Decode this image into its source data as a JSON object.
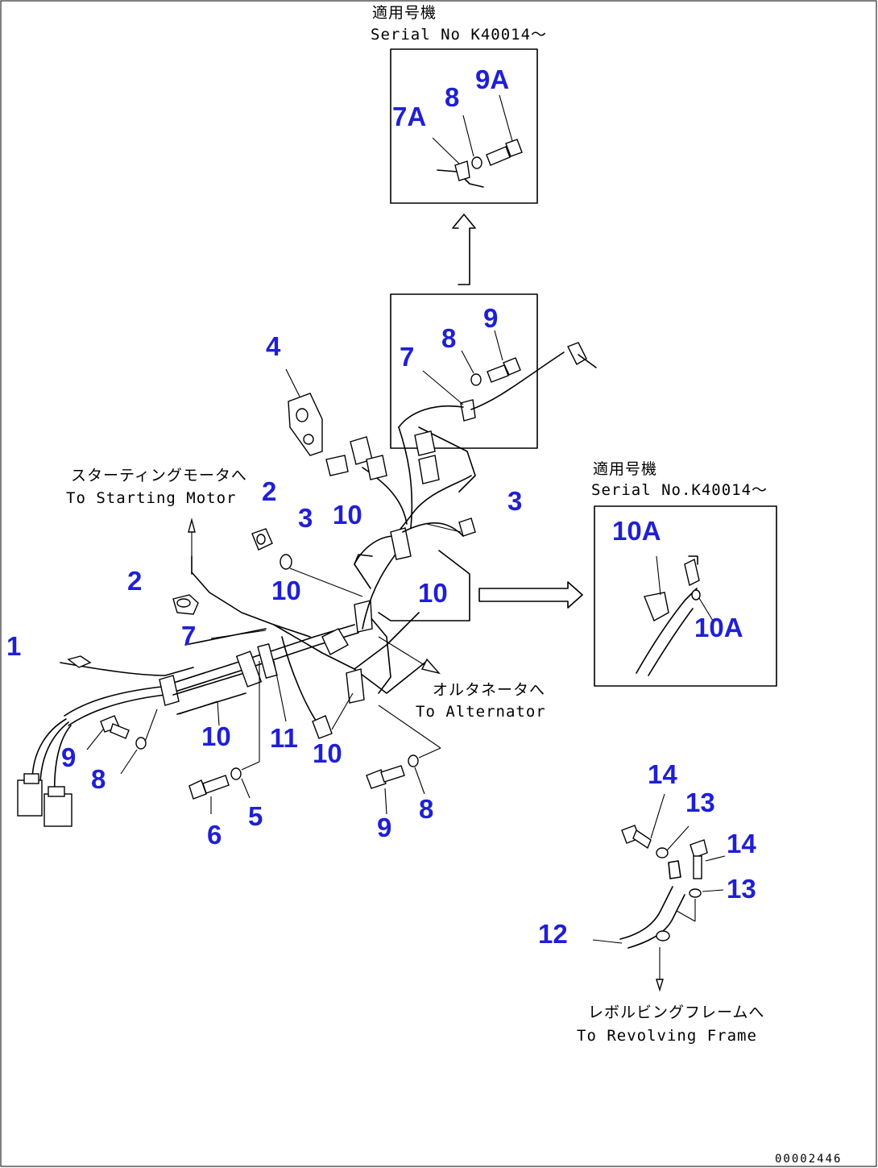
{
  "notes": {
    "top_jp": "適用号機",
    "top_en": "Serial No K40014～",
    "right_jp": "適用号機",
    "right_en": "Serial No.K40014～",
    "starting_jp": "スターティングモータへ",
    "starting_en": "To Starting Motor",
    "alternator_jp": "オルタネータへ",
    "alternator_en": "To Alternator",
    "frame_jp": "レボルビングフレームへ",
    "frame_en": "To Revolving Frame"
  },
  "callouts": {
    "c1": "1",
    "c2a": "2",
    "c2b": "2",
    "c3a": "3",
    "c3b": "3",
    "c4": "4",
    "c5": "5",
    "c6": "6",
    "c7a": "7",
    "c7b": "7",
    "c7A": "7A",
    "c8a": "8",
    "c8b": "8",
    "c8c": "8",
    "c8d": "8",
    "c9a": "9",
    "c9b": "9",
    "c9c": "9",
    "c9A": "9A",
    "c10a": "10",
    "c10b": "10",
    "c10c": "10",
    "c10d": "10",
    "c10e": "10",
    "c10A1": "10A",
    "c10A2": "10A",
    "c11": "11",
    "c12": "12",
    "c13a": "13",
    "c13b": "13",
    "c14a": "14",
    "c14b": "14"
  },
  "doc_number": "00002446",
  "colors": {
    "callout": "#1f1fd6",
    "line": "#000000"
  }
}
